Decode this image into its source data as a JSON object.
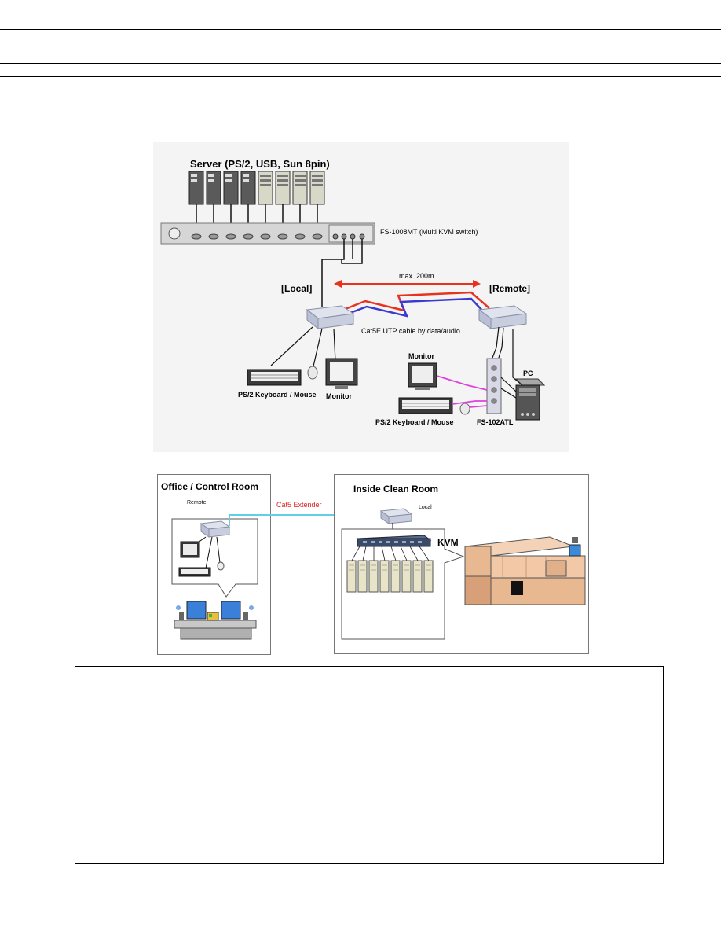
{
  "diagram1": {
    "server_label": "Server (PS/2, USB, Sun 8pin)",
    "switch_label": "FS-1008MT (Multi KVM switch)",
    "local_label": "[Local]",
    "remote_label": "[Remote]",
    "distance_label": "max. 200m",
    "cable_label": "Cat5E UTP cable by data/audio",
    "local_kbd_label": "PS/2 Keyboard / Mouse",
    "local_monitor_label": "Monitor",
    "remote_monitor_label": "Monitor",
    "remote_kbd_label": "PS/2 Keyboard / Mouse",
    "remote_switch_label": "FS-102ATL",
    "pc_label": "PC"
  },
  "diagram2": {
    "office_title": "Office / Control Room",
    "remote_label": "Remote",
    "extender_label": "Cat5 Extender",
    "cleanroom_title": "Inside Clean Room",
    "local_label": "Local",
    "kvm_label": "KVM"
  },
  "colors": {
    "cable_red": "#e8321e",
    "cable_blue": "#3a3ad0",
    "extender_line": "#5fd0e8",
    "extender_text": "#e02020",
    "magenta": "#e040e0"
  }
}
